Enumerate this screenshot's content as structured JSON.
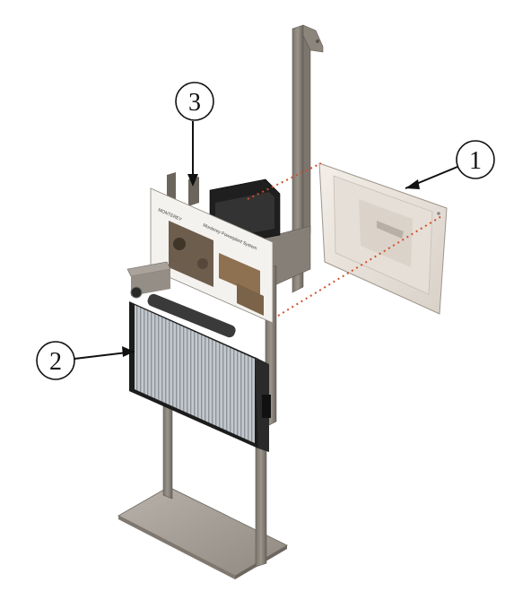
{
  "callouts": [
    {
      "id": "1",
      "label": "1",
      "part": "hood"
    },
    {
      "id": "2",
      "label": "2",
      "part": "radiator"
    },
    {
      "id": "3",
      "label": "3",
      "part": "mounting-bracket"
    }
  ],
  "sign_panel": {
    "title": "Monterey Powerplant System",
    "brand": "MONTEREY"
  },
  "colors": {
    "stand": "#8c857c",
    "stand_dark": "#6f6961",
    "base_plate": "#a8a29a",
    "hood": "#ece6df",
    "radiator_fin": "#b9bec4",
    "radiator_frame": "#2a2a2a",
    "dotted_line": "#d0502c",
    "callout_stroke": "#111111"
  }
}
